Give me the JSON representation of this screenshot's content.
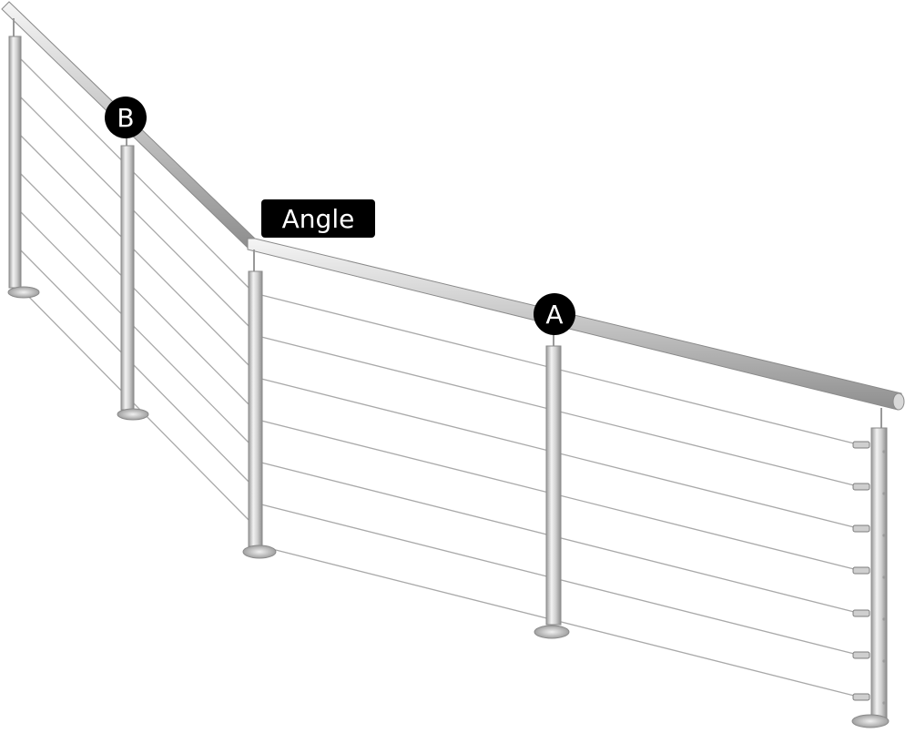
{
  "labels": {
    "angle": "Angle",
    "a": "A",
    "b": "B"
  },
  "colors": {
    "metal_light": "#e6e6e6",
    "metal_mid": "#bdbdbd",
    "metal_dark": "#8a8a8a",
    "cable": "#a9a9a9",
    "marker_bg": "#000000",
    "marker_text": "#ffffff"
  }
}
